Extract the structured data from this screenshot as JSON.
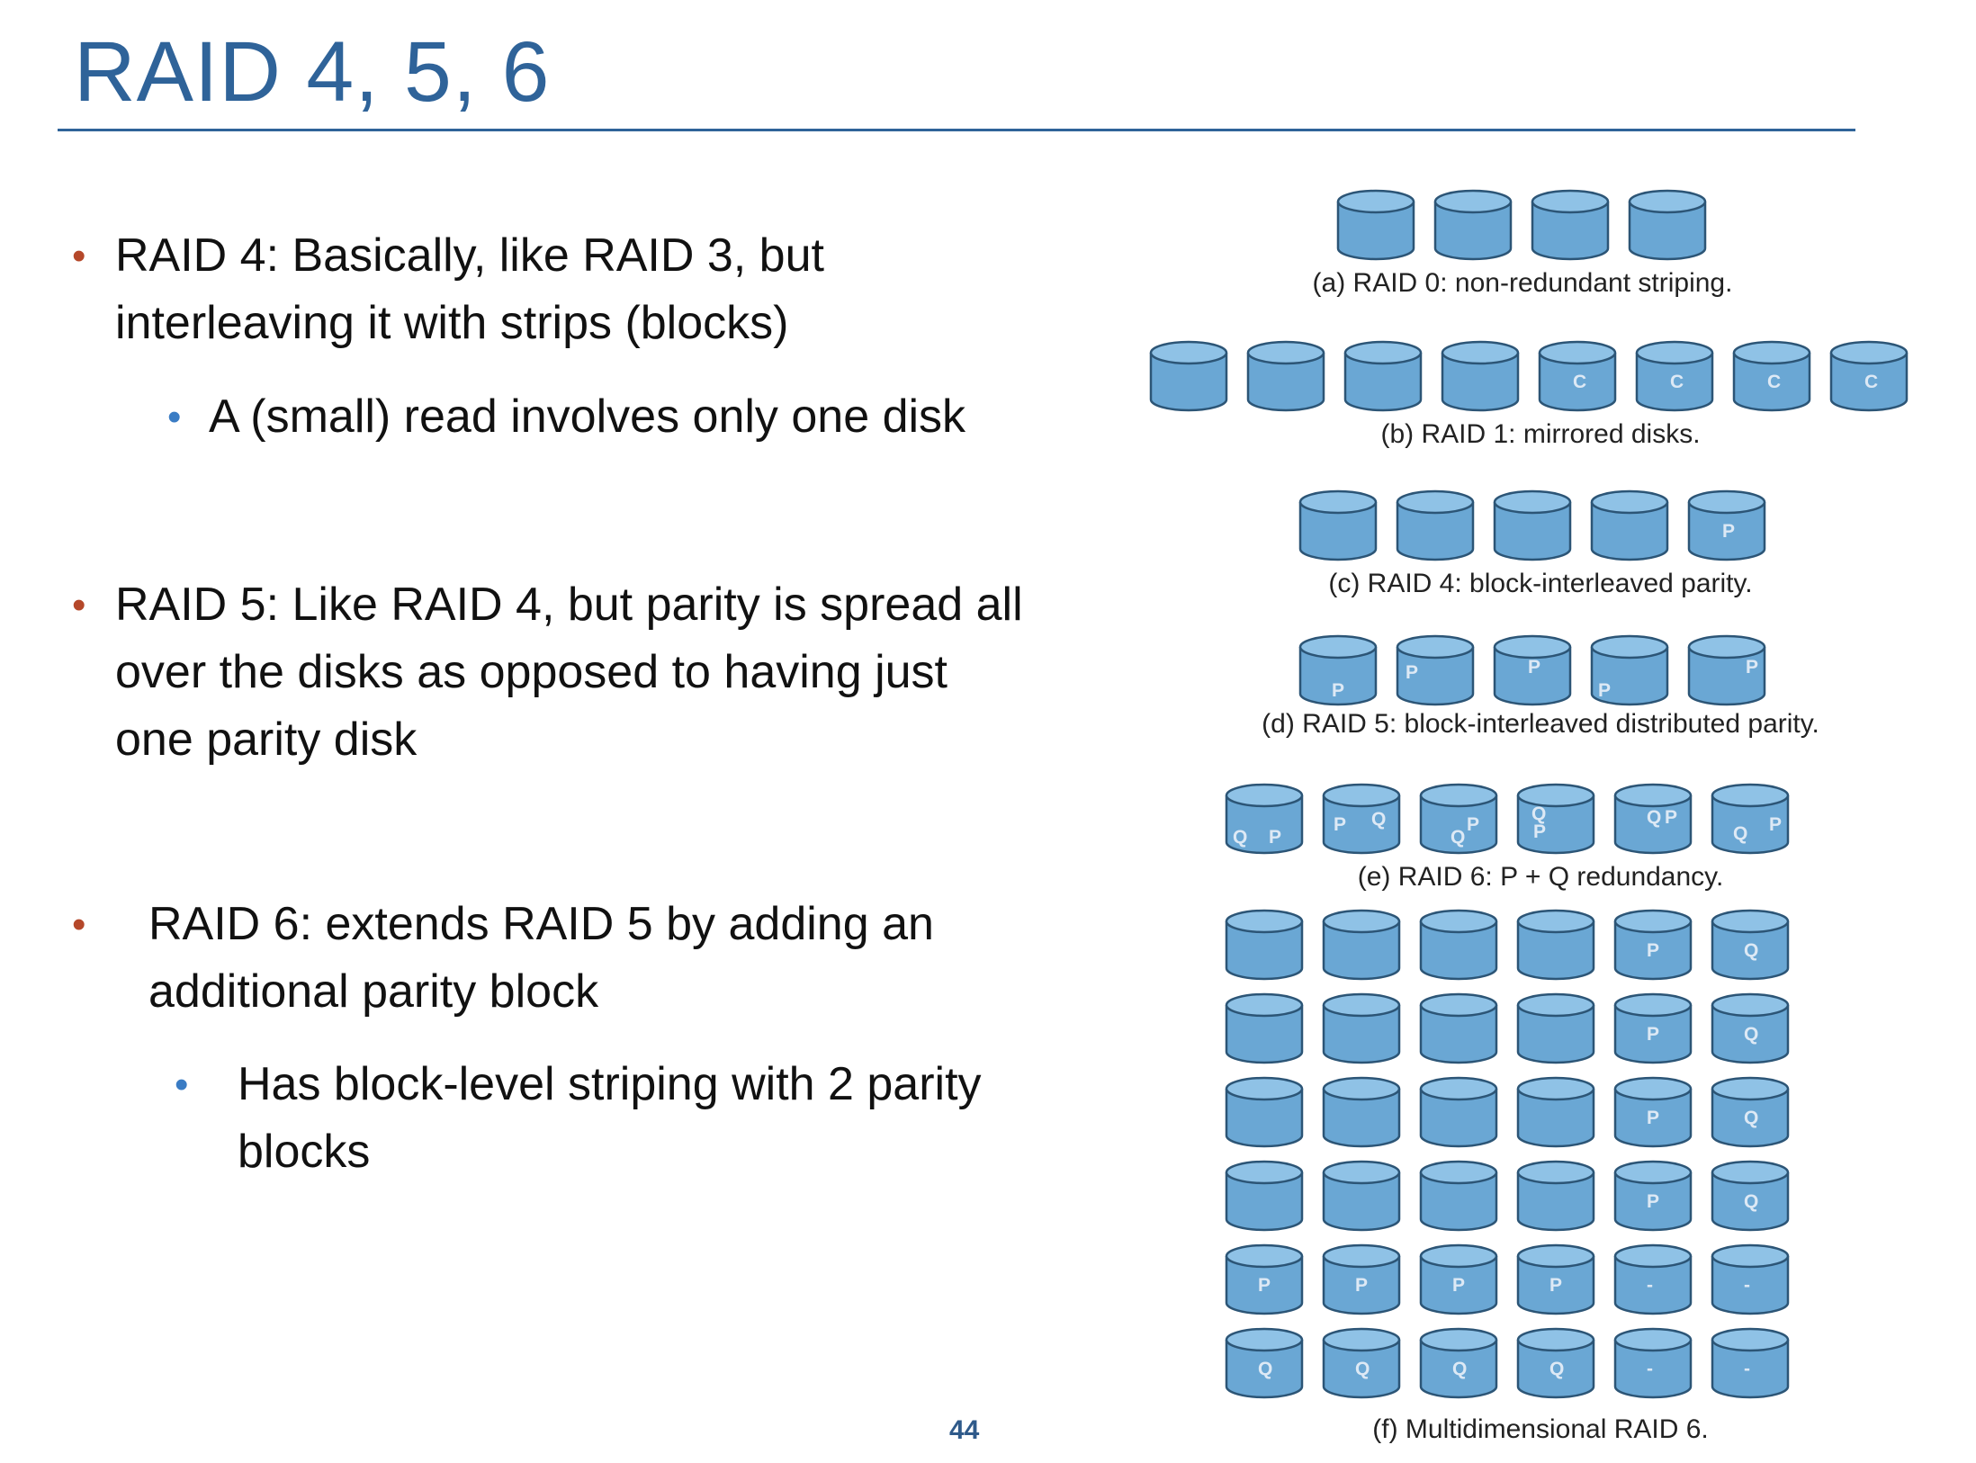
{
  "slide": {
    "title": "RAID 4,  5,  6",
    "page_number": "44"
  },
  "bullets": [
    {
      "level": 1,
      "lines": [
        "RAID 4: Basically, like RAID 3, but",
        "interleaving it with strips (blocks)"
      ],
      "children": [
        {
          "level": 2,
          "lines": [
            "A (small) read involves only one disk"
          ]
        }
      ]
    },
    {
      "level": 1,
      "lines": [
        "RAID 5: Like RAID 4, but parity is spread all",
        "over the disks as opposed to having just",
        "one parity disk"
      ],
      "children": []
    },
    {
      "level": 1,
      "lines": [
        "RAID 6: extends RAID 5 by adding an",
        "additional parity block"
      ],
      "children": [
        {
          "level": 2,
          "lines": [
            "Has block-level striping with 2 parity",
            "blocks"
          ]
        }
      ]
    }
  ],
  "figure": {
    "colors": {
      "disk_fill": "#6aa7d4",
      "disk_top": "#8fc2e6",
      "disk_stroke": "#2c5576",
      "label": "#dde9f5"
    },
    "rows": [
      {
        "caption": "(a) RAID 0: non-redundant striping.",
        "disks": [
          [],
          [],
          [],
          []
        ]
      },
      {
        "caption": "(b) RAID 1: mirrored disks.",
        "disks": [
          [],
          [],
          [],
          [],
          [
            "C"
          ],
          [
            "C"
          ],
          [
            "C"
          ],
          [
            "C"
          ]
        ]
      },
      {
        "caption": "(c) RAID 4: block-interleaved parity.",
        "disks": [
          [],
          [],
          [],
          [],
          [
            "P"
          ]
        ]
      },
      {
        "caption": "(d) RAID 5: block-interleaved distributed parity.",
        "disks": [
          [
            "P"
          ],
          [
            "P"
          ],
          [
            "P"
          ],
          [
            "P"
          ],
          [
            "P"
          ]
        ]
      },
      {
        "caption": "(e) RAID 6: P + Q redundancy.",
        "disks": [
          [
            "Q",
            "P"
          ],
          [
            "P",
            "Q"
          ],
          [
            "Q",
            "P"
          ],
          [
            "Q",
            "P"
          ],
          [
            "Q",
            "P"
          ],
          [
            "Q",
            "P"
          ]
        ]
      },
      {
        "caption": "(f) Multidimensional RAID 6.",
        "grid": [
          [
            "",
            "",
            "",
            "",
            "P",
            "Q"
          ],
          [
            "",
            "",
            "",
            "",
            "P",
            "Q"
          ],
          [
            "",
            "",
            "",
            "",
            "P",
            "Q"
          ],
          [
            "",
            "",
            "",
            "",
            "P",
            "Q"
          ],
          [
            "P",
            "P",
            "P",
            "P",
            "-",
            "-"
          ],
          [
            "Q",
            "Q",
            "Q",
            "Q",
            "-",
            "-"
          ]
        ]
      }
    ]
  }
}
